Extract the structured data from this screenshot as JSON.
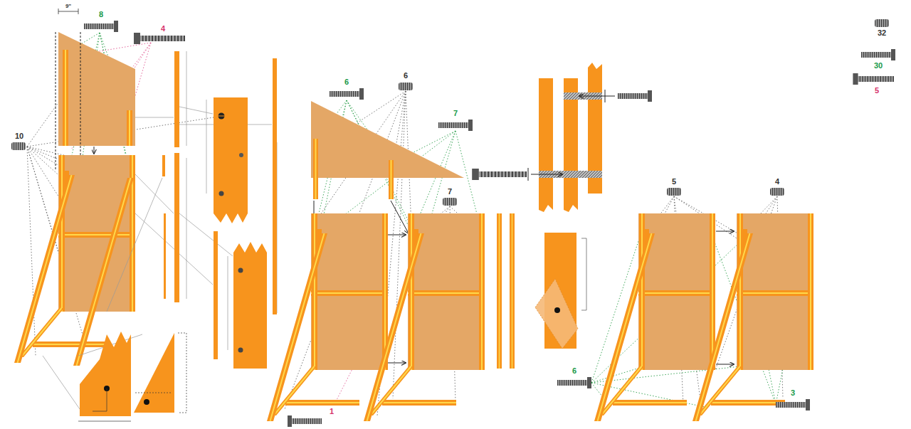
{
  "diagram": {
    "labels": [
      "9\"",
      "8",
      "4",
      "10",
      "6",
      "6",
      "7",
      "7",
      "1",
      "6",
      "5",
      "4",
      "3",
      "32",
      "30",
      "5"
    ]
  }
}
